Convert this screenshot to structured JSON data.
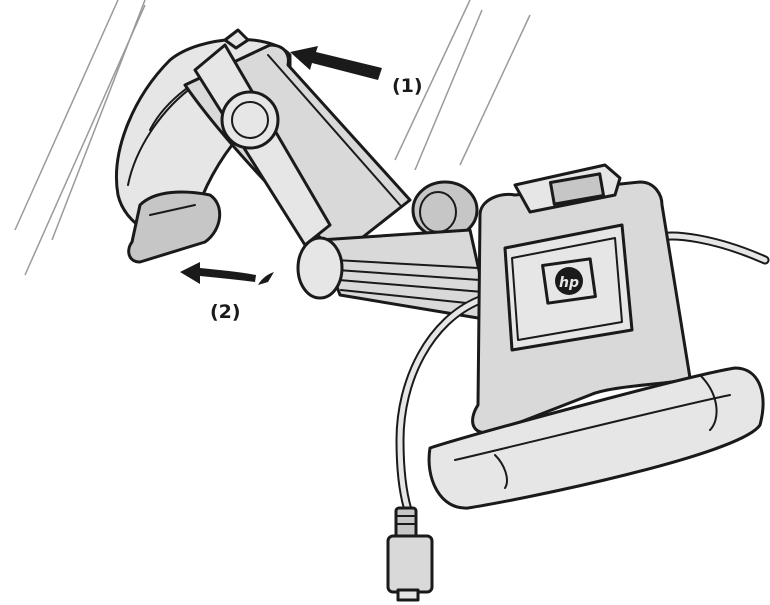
{
  "figure": {
    "callouts": [
      {
        "id": "step-1",
        "label": "(1)"
      },
      {
        "id": "step-2",
        "label": "(2)"
      }
    ],
    "logo": {
      "name": "hp-logo",
      "text": "hp"
    },
    "colors": {
      "ink": "#1a1a1a",
      "body": "#d9d9d9",
      "light": "#e6e6e6",
      "shadow": "#b3b3b3",
      "windshield_lines": "#9a9a9a",
      "background": "#ffffff"
    }
  }
}
